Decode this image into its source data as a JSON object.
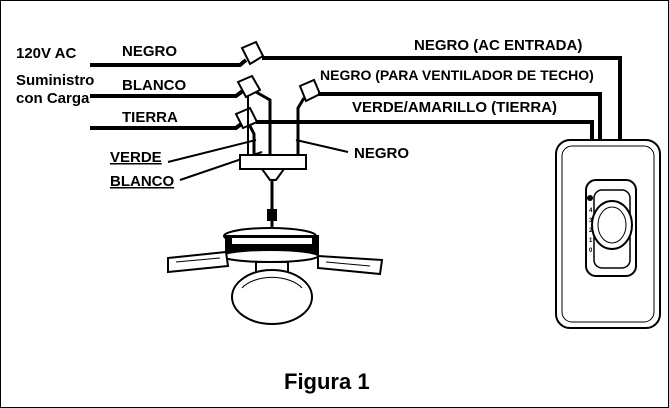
{
  "labels": {
    "supply_voltage": "120V AC",
    "supply_line1": "Suministro",
    "supply_line2": "con Carga",
    "negro_left": "NEGRO",
    "blanco_left": "BLANCO",
    "tierra_left": "TIERRA",
    "verde": "VERDE",
    "blanco_lower": "BLANCO",
    "negro_lower": "NEGRO",
    "negro_ac_entrada": "NEGRO (AC ENTRADA)",
    "negro_ventilador": "NEGRO (PARA VENTILADOR DE TECHO)",
    "verde_amarillo": "VERDE/AMARILLO (TIERRA)"
  },
  "control_dial_marks": [
    "4",
    "3",
    "2",
    "1",
    "0"
  ],
  "caption": "Figura 1"
}
